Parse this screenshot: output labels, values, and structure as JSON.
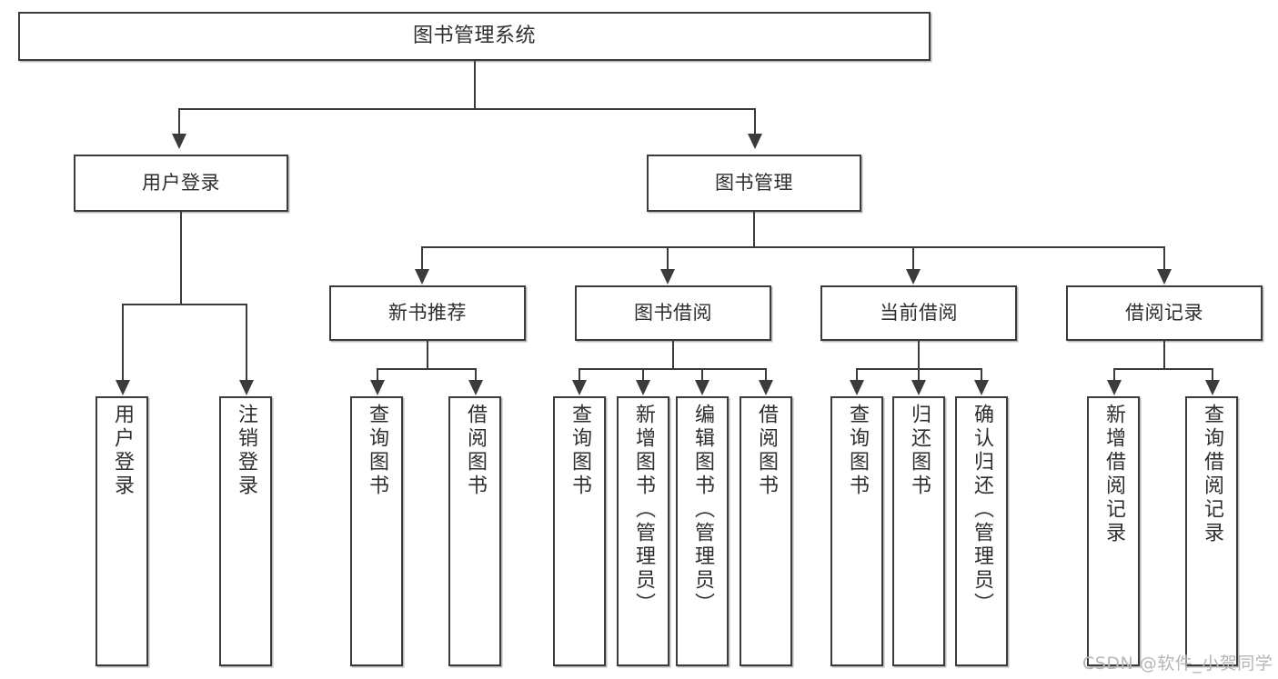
{
  "diagram": {
    "title": "图书管理系统",
    "type": "tree",
    "root": {
      "label": "图书管理系统"
    },
    "level1": [
      {
        "id": "user-login",
        "label": "用户登录"
      },
      {
        "id": "book-manage",
        "label": "图书管理"
      }
    ],
    "level2": [
      {
        "id": "new-book-recommend",
        "label": "新书推荐",
        "parent": "book-manage"
      },
      {
        "id": "book-borrow",
        "label": "图书借阅",
        "parent": "book-manage"
      },
      {
        "id": "current-borrow",
        "label": "当前借阅",
        "parent": "book-manage"
      },
      {
        "id": "borrow-record",
        "label": "借阅记录",
        "parent": "book-manage"
      }
    ],
    "leaves": {
      "user_login": [
        {
          "id": "leaf-user-login",
          "label": "用户登录"
        },
        {
          "id": "leaf-user-logout",
          "label": "注销登录"
        }
      ],
      "new_book_recommend": [
        {
          "id": "leaf-query-book-1",
          "label": "查询图书"
        },
        {
          "id": "leaf-borrow-book-1",
          "label": "借阅图书"
        }
      ],
      "book_borrow": [
        {
          "id": "leaf-query-book-2",
          "label": "查询图书"
        },
        {
          "id": "leaf-add-book",
          "label": "新增图书（管理员）"
        },
        {
          "id": "leaf-edit-book",
          "label": "编辑图书（管理员）"
        },
        {
          "id": "leaf-borrow-book-2",
          "label": "借阅图书"
        }
      ],
      "current_borrow": [
        {
          "id": "leaf-query-book-3",
          "label": "查询图书"
        },
        {
          "id": "leaf-return-book",
          "label": "归还图书"
        },
        {
          "id": "leaf-confirm-return",
          "label": "确认归还（管理员）"
        }
      ],
      "borrow_record": [
        {
          "id": "leaf-add-record",
          "label": "新增借阅记录"
        },
        {
          "id": "leaf-query-record",
          "label": "查询借阅记录"
        }
      ]
    }
  },
  "watermark": {
    "text": "CSDN @软件_小贺同学"
  },
  "colors": {
    "stroke": "#3b3b3b",
    "fill": "#ffffff",
    "text": "#2e2e2e",
    "watermark": "#b6b6b6"
  }
}
